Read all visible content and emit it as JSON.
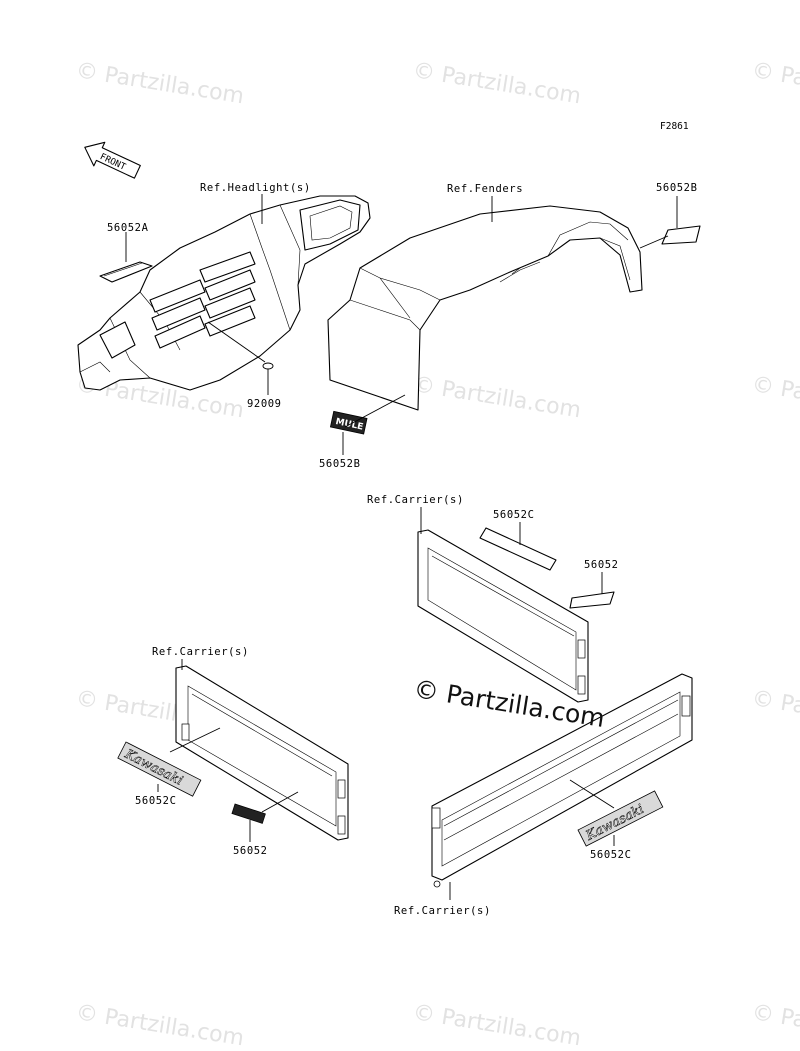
{
  "figure_code": "F2861",
  "watermark_text": "© Partzilla.com",
  "center_watermark_text": "© Partzilla.com",
  "front_arrow_label": "FRONT",
  "labels": {
    "headlight_ref": "Ref.Headlight(s)",
    "fenders_ref": "Ref.Fenders",
    "part_56052A": "56052A",
    "part_56052B_top": "56052B",
    "part_92009": "92009",
    "part_56052B_bottom": "56052B",
    "carrier_ref_top": "Ref.Carrier(s)",
    "part_56052C_top": "56052C",
    "part_56052_top": "56052",
    "carrier_ref_left": "Ref.Carrier(s)",
    "part_56052C_left": "56052C",
    "part_56052_left": "56052",
    "part_56052C_right": "56052C",
    "carrier_ref_bottom": "Ref.Carrier(s)"
  },
  "decal_texts": {
    "kawasaki": "Kawasaki",
    "mule": "MULE"
  }
}
